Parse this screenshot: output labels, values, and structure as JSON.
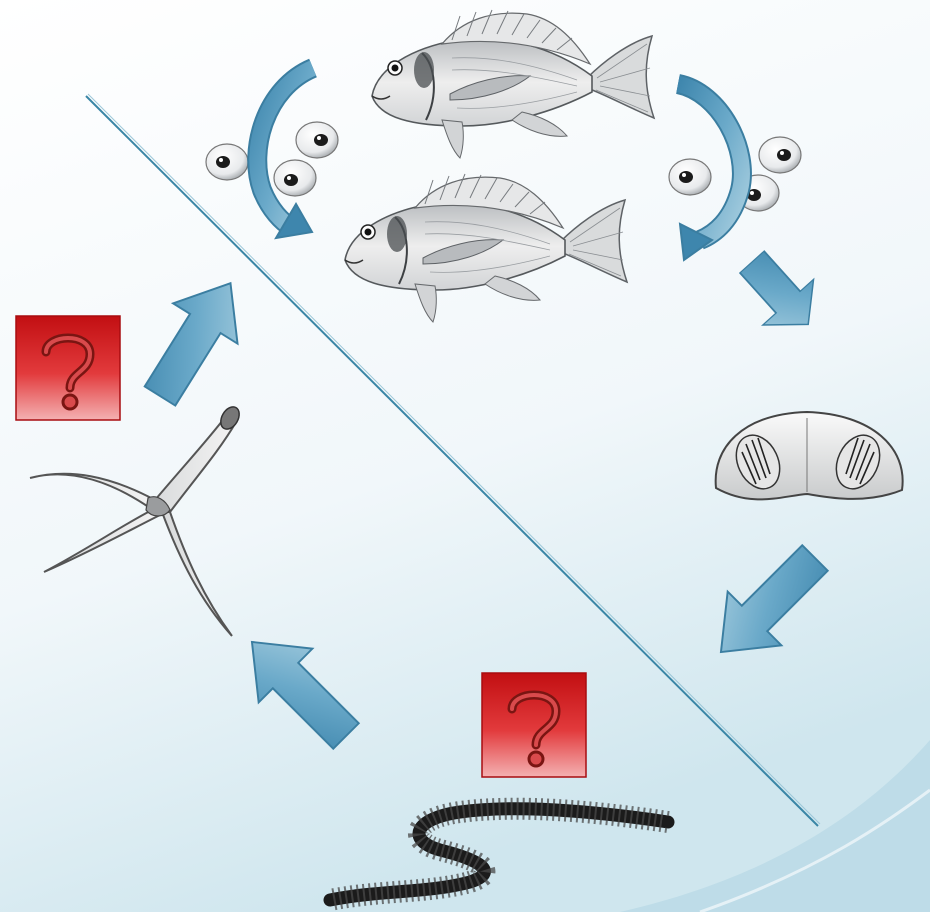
{
  "diagram": {
    "type": "life-cycle",
    "colors": {
      "background_top": "#ffffff",
      "background_bottom": "#cfe6ee",
      "arrow_fill": "#4f94b8",
      "arrow_stroke": "#3b7ea1",
      "divider_line": "#3a86a6",
      "question_box_fill": "#d11418",
      "question_mark": "#7a1512"
    },
    "stages": [
      {
        "id": "fish-host-upper",
        "icon": "sea-bream-fish"
      },
      {
        "id": "fish-host-lower",
        "icon": "sea-bream-fish"
      },
      {
        "id": "eggs-left",
        "icon": "parasite-eggs"
      },
      {
        "id": "eggs-right",
        "icon": "parasite-eggs"
      },
      {
        "id": "myxospore",
        "icon": "myxospore-spore"
      },
      {
        "id": "annelid-host",
        "icon": "polychaete-worm"
      },
      {
        "id": "actinospore",
        "icon": "triactinomyxon-spore"
      }
    ],
    "unknowns": [
      {
        "id": "unknown-host",
        "label": "?"
      },
      {
        "id": "unknown-transmission",
        "label": "?"
      }
    ]
  }
}
